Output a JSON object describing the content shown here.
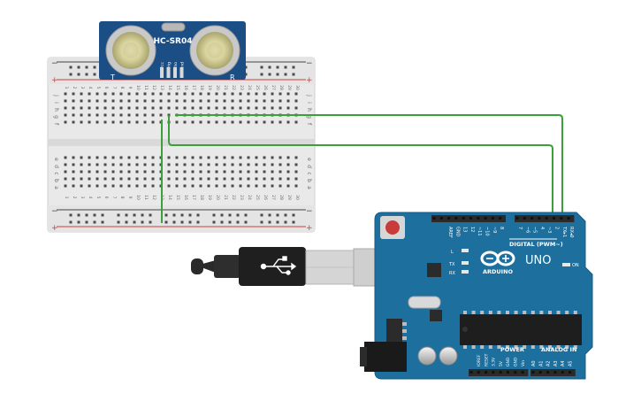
{
  "sensor": {
    "model": "HC-SR04",
    "left_mark": "T",
    "right_mark": "R",
    "pins": [
      "Vcc",
      "Trig",
      "Echo",
      "Gnd"
    ]
  },
  "breadboard": {
    "plus_sign": "+",
    "minus_sign": "−",
    "row_letters_top": [
      "j",
      "i",
      "h",
      "g",
      "f"
    ],
    "row_letters_bottom": [
      "e",
      "d",
      "c",
      "b",
      "a"
    ],
    "columns": [
      "1",
      "2",
      "3",
      "4",
      "5",
      "6",
      "7",
      "8",
      "9",
      "10",
      "11",
      "12",
      "13",
      "14",
      "15",
      "16",
      "17",
      "18",
      "19",
      "20",
      "21",
      "22",
      "23",
      "24",
      "25",
      "26",
      "27",
      "28",
      "29",
      "30"
    ]
  },
  "arduino": {
    "model": "UNO",
    "brand": "ARDUINO",
    "digital_label": "DIGITAL (PWM~)",
    "power_label": "POWER",
    "analog_label": "ANALOG IN",
    "on_label": "ON",
    "l_label": "L",
    "tx_label": "TX",
    "rx_label": "RX",
    "header_top_left": [
      "AREF",
      "GND",
      "13",
      "12",
      "~11",
      "~10",
      "~9",
      "8"
    ],
    "header_top_right": [
      "7",
      "~6",
      "~5",
      "4",
      "~3",
      "2",
      "TX▸1",
      "RX◂0"
    ],
    "power_pins": [
      "IOREF",
      "RESET",
      "3.3V",
      "5V",
      "GND",
      "GND",
      "Vin"
    ],
    "analog_pins": [
      "A0",
      "A1",
      "A2",
      "A3",
      "A4",
      "A5"
    ]
  },
  "colors": {
    "wire": "#3aa03a",
    "board": "#1d6f9e",
    "sensor_board": "#1c4e86",
    "breadboard": "#e9e9e9",
    "rail_red": "#d23b3b",
    "rail_dark": "#444444"
  }
}
